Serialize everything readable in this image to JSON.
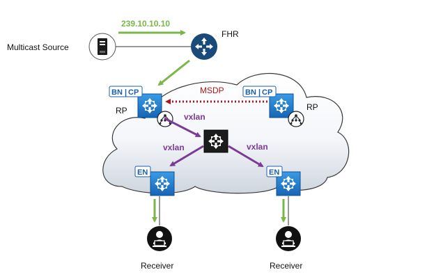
{
  "labels": {
    "multicast_source": "Multicast Source",
    "fhr": "FHR",
    "group_address": "239.10.10.10",
    "msdp": "MSDP",
    "rp_left": "RP",
    "rp_right": "RP",
    "vxlan_center": "vxlan",
    "vxlan_left": "vxlan",
    "vxlan_right": "vxlan",
    "bncp_left_bn": "BN",
    "bncp_left_sep": "|",
    "bncp_left_cp": "CP",
    "bncp_right_bn": "BN",
    "bncp_right_sep": "|",
    "bncp_right_cp": "CP",
    "en_left": "EN",
    "en_right": "EN",
    "receiver_left": "Receiver",
    "receiver_right": "Receiver"
  },
  "colors": {
    "green": "#7ab648",
    "purple": "#7b3a96",
    "msdp_red": "#b3141c",
    "switch_blue": "#1b78c8",
    "router_navy": "#1a4a7a",
    "core_black": "#1c1c1c",
    "label_blue": "#1b5faa"
  },
  "icons": {
    "server": "server-icon",
    "router": "router-icon",
    "switch": "switch-icon",
    "rp": "multicast-tree-icon",
    "receiver": "user-laptop-icon"
  }
}
